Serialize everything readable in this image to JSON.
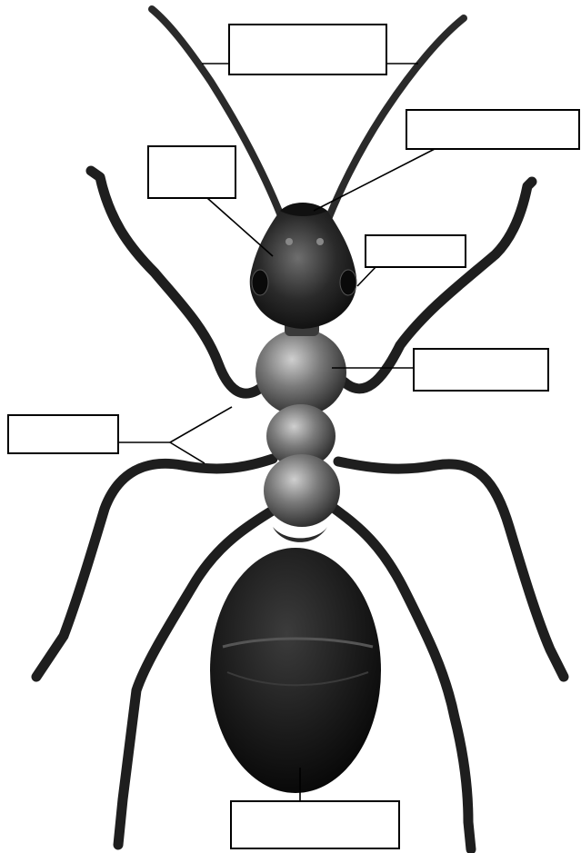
{
  "diagram": {
    "subject": "ant",
    "labels": [
      {
        "id": "antenna",
        "text": ""
      },
      {
        "id": "mandible",
        "text": ""
      },
      {
        "id": "head",
        "text": ""
      },
      {
        "id": "eye",
        "text": ""
      },
      {
        "id": "thorax",
        "text": ""
      },
      {
        "id": "legs",
        "text": ""
      },
      {
        "id": "abdomen",
        "text": ""
      }
    ]
  },
  "colors": {
    "background": "#ffffff",
    "body_dark": "#1a1a1a",
    "body_mid": "#4a4a4a",
    "body_light": "#9a9a9a",
    "line": "#000000"
  }
}
